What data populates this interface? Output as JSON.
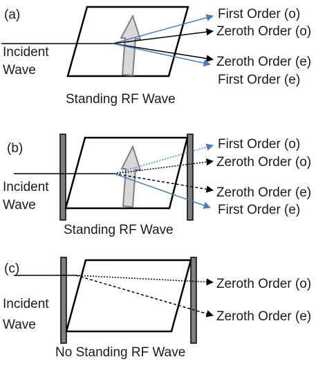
{
  "panels": [
    {
      "id": "a",
      "tag": "(a)",
      "incident": [
        "Incident",
        "Wave"
      ],
      "caption": "Standing RF Wave",
      "outputs": {
        "first_o": "First Order (o)",
        "zeroth_o": "Zeroth Order (o)",
        "zeroth_e": "Zeroth Order (e)",
        "first_e": "First Order (e)"
      }
    },
    {
      "id": "b",
      "tag": "(b)",
      "incident": [
        "Incident",
        "Wave"
      ],
      "caption": "Standing RF Wave",
      "outputs": {
        "first_o": "First Order (o)",
        "zeroth_o": "Zeroth Order (o)",
        "zeroth_e": "Zeroth Order (e)",
        "first_e": "First Order (e)"
      }
    },
    {
      "id": "c",
      "tag": "(c)",
      "incident": [
        "Incident",
        "Wave"
      ],
      "caption": "No Standing RF Wave",
      "outputs": {
        "zeroth_o": "Zeroth Order (o)",
        "zeroth_e": "Zeroth Order (e)"
      }
    }
  ],
  "colors": {
    "ray_black": "#000000",
    "ray_blue": "#4a7ebb",
    "rf_arrow_fill": "#d9d9d9",
    "rf_arrow_stroke": "#7f7f7f",
    "transducer_fill": "#7f7f7f"
  }
}
